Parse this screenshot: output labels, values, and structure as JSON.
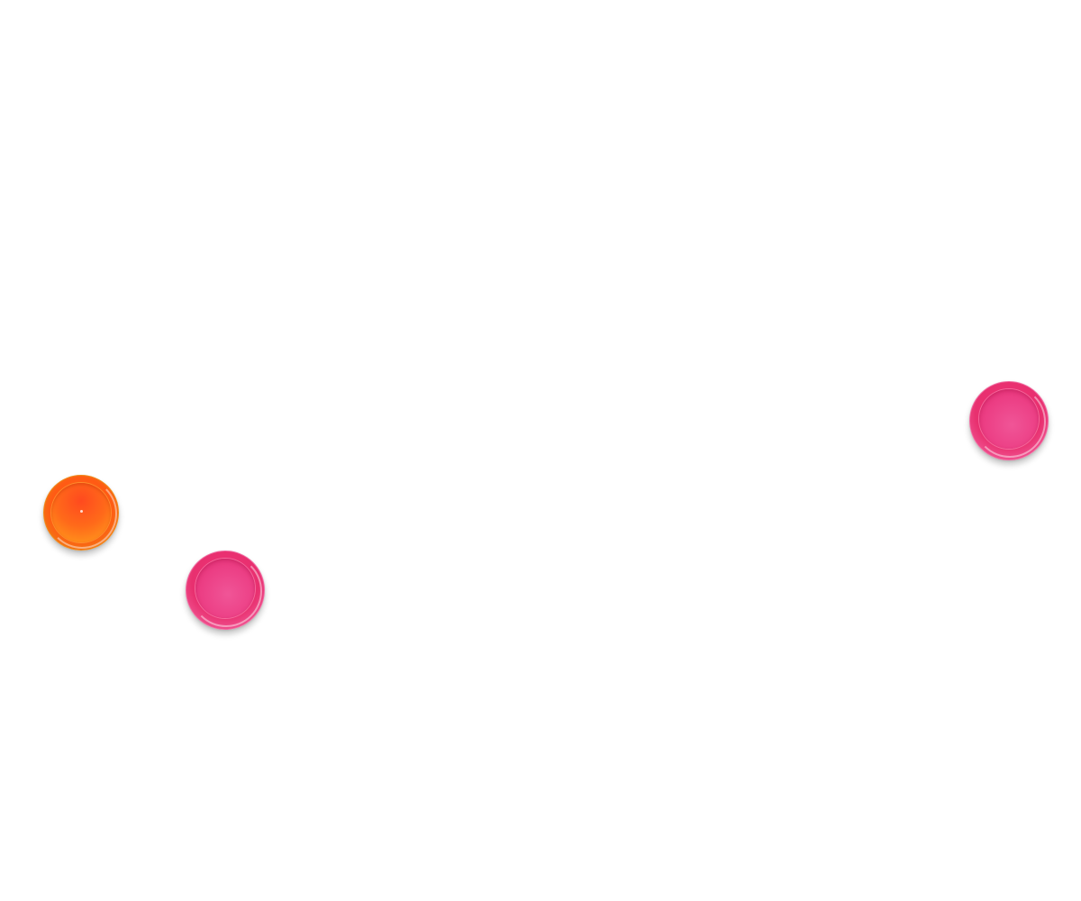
{
  "scene": {
    "background_color": "#ffffff",
    "objects": [
      {
        "name": "bottle-cap-orange",
        "icon": "bottle-cap",
        "color": "#ff6a1a"
      },
      {
        "name": "bottle-cap-pink",
        "icon": "bottle-cap",
        "color": "#ec3f85"
      },
      {
        "name": "bottle-cap-pink",
        "icon": "bottle-cap",
        "color": "#ec3f85"
      }
    ]
  }
}
